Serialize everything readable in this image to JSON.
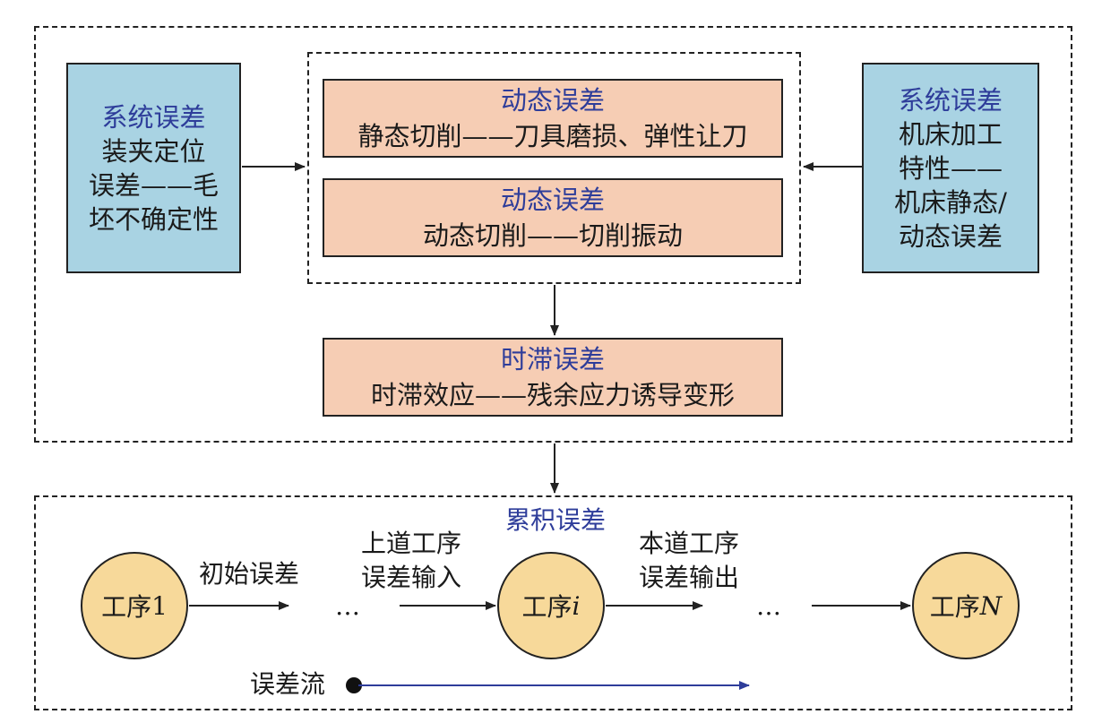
{
  "upper_box": {
    "left_block": {
      "title": "系统误差",
      "lines": [
        "装夹定位",
        "误差——毛",
        "坯不确定性"
      ]
    },
    "right_block": {
      "title": "系统误差",
      "lines": [
        "机床加工",
        "特性——",
        "机床静态/",
        "动态误差"
      ]
    },
    "dynamic_1": {
      "title": "动态误差",
      "line": "静态切削——刀具磨损、弹性让刀"
    },
    "dynamic_2": {
      "title": "动态误差",
      "line": "动态切削——切削振动"
    },
    "delay": {
      "title": "时滞误差",
      "line": "时滞效应——残余应力诱导变形"
    }
  },
  "lower_box": {
    "title": "累积误差",
    "nodes": [
      {
        "label": "工序",
        "suffix": "1"
      },
      {
        "label": "工序",
        "suffix": "i"
      },
      {
        "label": "工序",
        "suffix": "N"
      }
    ],
    "initial_error": "初始误差",
    "prev_input": [
      "上道工序",
      "误差输入"
    ],
    "curr_output": [
      "本道工序",
      "误差输出"
    ],
    "ellipsis": "…",
    "flow_label": "误差流"
  },
  "colors": {
    "stroke": "#222222",
    "blue_fill": "#a9d3e3",
    "salmon_fill": "#f6cdb4",
    "circle_fill": "#f7d99a",
    "heading": "#2e3d9a",
    "flow_line": "#2e3d9a"
  }
}
